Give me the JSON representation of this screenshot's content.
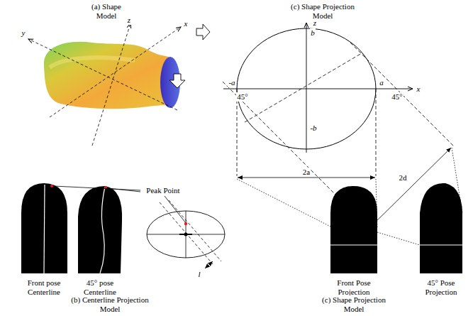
{
  "diagram": {
    "labels": [
      "(a) Shape Model",
      "x",
      "y",
      "z",
      "(c) Shape Projection Model",
      "z",
      "b",
      "-a",
      "a",
      "x",
      "-b",
      "45°",
      "45°",
      "2a",
      "2d",
      "Peak Point",
      "Front pose Centerline",
      "45° pose Centerline",
      "l",
      "Front Pose Projection",
      "45° Pose Projection",
      "(b) Centerline Projection Model",
      "(c) Shape Projection Model"
    ]
  }
}
